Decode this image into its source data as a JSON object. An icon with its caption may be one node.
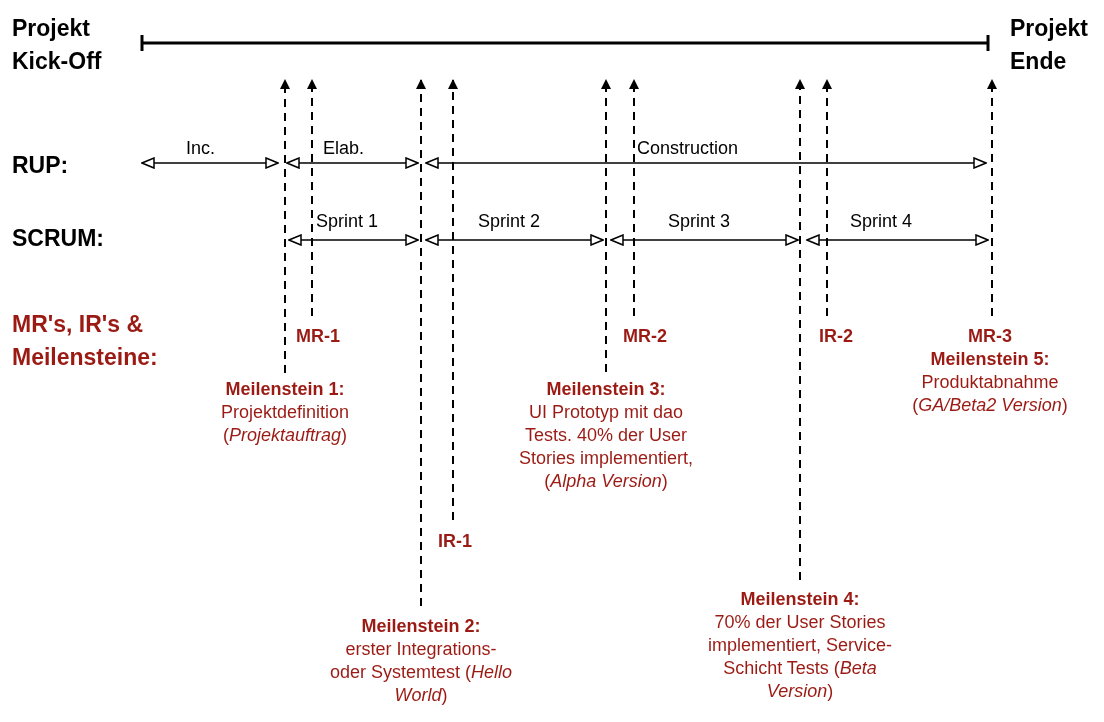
{
  "diagram": {
    "nodes": [
      {
        "text": [
          "Meilenstein 1:",
          "Projektdefinition (*Projektauftrag*)"
        ]
      },
      {
        "text": [
          "MR-1"
        ]
      },
      {
        "text": [
          "Meilenstein 2:",
          "erster Integrations- oder Systemtest (*Hello World*)"
        ]
      },
      {
        "text": [
          "IR-1"
        ]
      },
      {
        "text": [
          "Meilenstein 3:",
          "UI Prototyp mit dao Tests. 40% der User Stories implementiert, (*Alpha Version*)"
        ]
      },
      {
        "text": [
          "MR-2"
        ]
      },
      {
        "text": [
          "Meilenstein 4:",
          "70% der User Stories implementiert, Service-Schicht Tests (*Beta Version*)"
        ]
      },
      {
        "text": [
          "IR-2"
        ]
      },
      {
        "text": [
          "MR-3",
          "Meilenstein 5:",
          "Produktabnahme (*GA/Beta2 Version*)"
        ]
      }
    ],
    "edges": [
      {
        "from": 0,
        "to": null,
        "arrow": "to",
        "style": "dashed"
      },
      {
        "from": 1,
        "to": null,
        "arrow": "to",
        "style": "dashed"
      },
      {
        "from": 2,
        "to": null,
        "arrow": "to",
        "style": "dashed"
      },
      {
        "from": 3,
        "to": null,
        "arrow": "to",
        "style": "dashed"
      },
      {
        "from": 4,
        "to": null,
        "arrow": "to",
        "style": "dashed"
      },
      {
        "from": 5,
        "to": null,
        "arrow": "to",
        "style": "dashed"
      },
      {
        "from": 6,
        "to": null,
        "arrow": "to",
        "style": "dashed"
      },
      {
        "from": 7,
        "to": null,
        "arrow": "to",
        "style": "dashed"
      },
      {
        "from": 8,
        "to": null,
        "arrow": "to",
        "style": "dashed"
      }
    ],
    "labels": [
      "Projekt Kick-Off",
      "Projekt Ende",
      "RUP:",
      "Inc.",
      "Elab.",
      "Construction",
      "SCRUM:",
      "Sprint 1",
      "Sprint 2",
      "Sprint 3",
      "Sprint 4",
      "MR's, IR's & Meilensteine:"
    ]
  }
}
